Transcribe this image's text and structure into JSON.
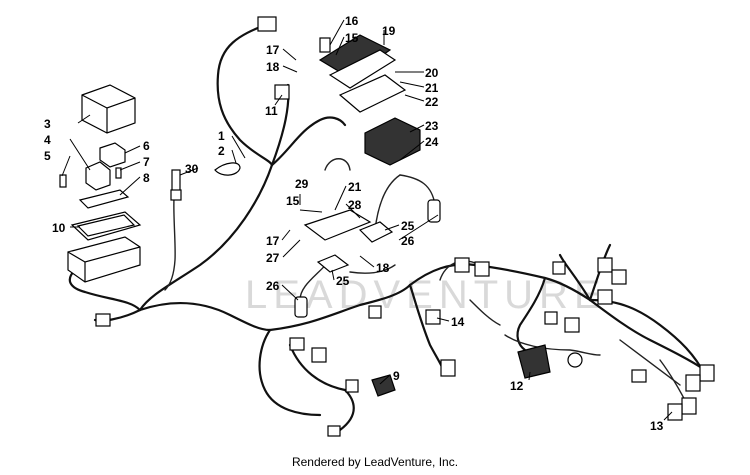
{
  "watermark": "LEADVENTURE",
  "credit": "Rendered by LeadVenture, Inc.",
  "callouts": {
    "c1": "1",
    "c2": "2",
    "c3": "3",
    "c4": "4",
    "c5": "5",
    "c6": "6",
    "c7": "7",
    "c8": "8",
    "c9": "9",
    "c10": "10",
    "c11": "11",
    "c12": "12",
    "c13": "13",
    "c14": "14",
    "c15a": "15",
    "c15b": "15",
    "c16": "16",
    "c17a": "17",
    "c17b": "17",
    "c18a": "18",
    "c18b": "18",
    "c19": "19",
    "c20": "20",
    "c21a": "21",
    "c21b": "21",
    "c22": "22",
    "c23": "23",
    "c24": "24",
    "c25a": "25",
    "c25b": "25",
    "c26a": "26",
    "c26b": "26",
    "c27": "27",
    "c28": "28",
    "c29": "29",
    "c30": "30"
  }
}
